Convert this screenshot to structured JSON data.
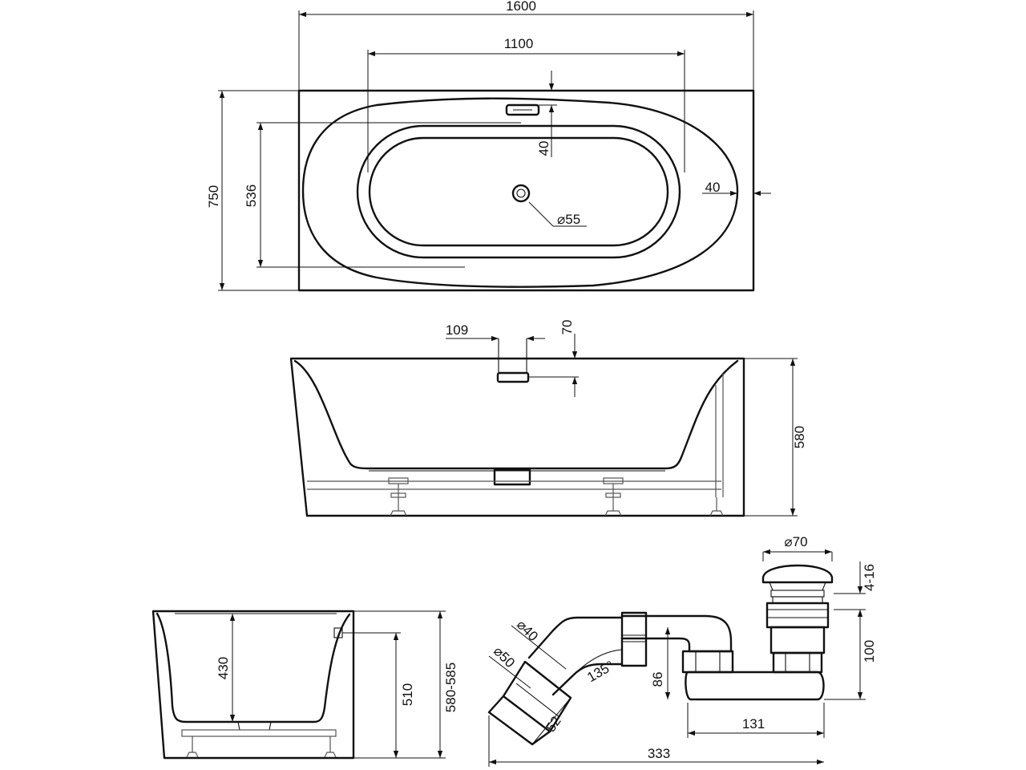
{
  "top_view": {
    "overall_length": "1600",
    "inner_length": "1100",
    "overall_width": "750",
    "inner_width": "536",
    "overflow_offset": "40",
    "rim_offset": "40",
    "drain_diameter": "⌀55"
  },
  "side_view": {
    "overflow_width": "109",
    "overflow_height": "70",
    "height": "580"
  },
  "end_view": {
    "inner_depth": "430",
    "overflow_height": "510",
    "total_height": "580-585"
  },
  "waste_fitting": {
    "cap_diameter": "⌀70",
    "adjust_range": "4-16",
    "body_height": "100",
    "pipe_diameter_outer": "⌀40",
    "pipe_diameter_inner": "⌀50",
    "angle": "135°",
    "trap_height": "86",
    "trap_length": "131",
    "outlet_length": "52",
    "total_length": "333"
  }
}
